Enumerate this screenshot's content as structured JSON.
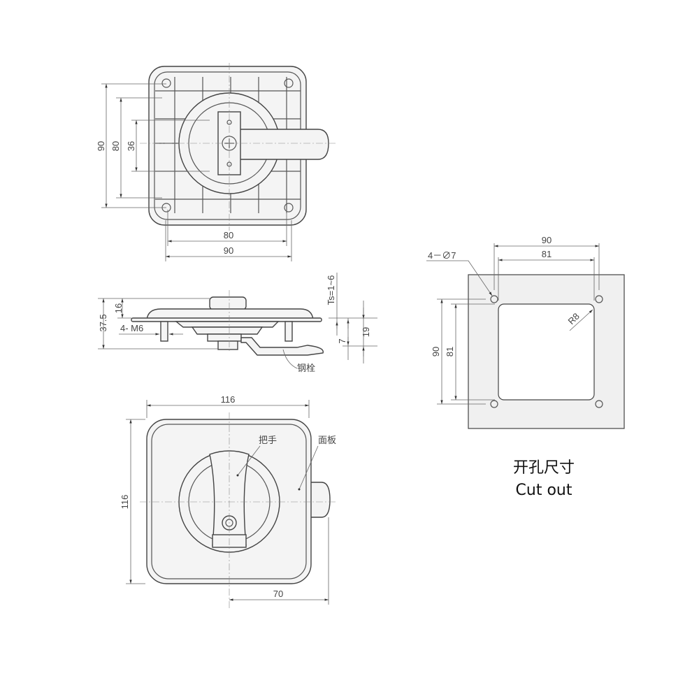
{
  "top_view": {
    "dim_height_outer": "90",
    "dim_height_holes": "80",
    "dim_height_handle": "36",
    "dim_width_holes": "80",
    "dim_width_outer": "90"
  },
  "side_view": {
    "dim_total_height": "37.5",
    "dim_top_height": "16",
    "dim_studs": "4- M6",
    "dim_panel_thickness": "Ts=1~6",
    "dim_cam_offset": "7",
    "dim_cam_depth": "19",
    "label_bolt": "钢栓"
  },
  "front_view": {
    "dim_width": "116",
    "dim_height": "116",
    "dim_offset": "70",
    "label_handle": "把手",
    "label_panel": "面板"
  },
  "cutout": {
    "dim_holes": "4－∅7",
    "dim_width_holes": "90",
    "dim_width_opening": "81",
    "dim_height_holes": "90",
    "dim_height_opening": "81",
    "dim_radius": "R8",
    "title_cn": "开孔尺寸",
    "title_en": "Cut out"
  }
}
